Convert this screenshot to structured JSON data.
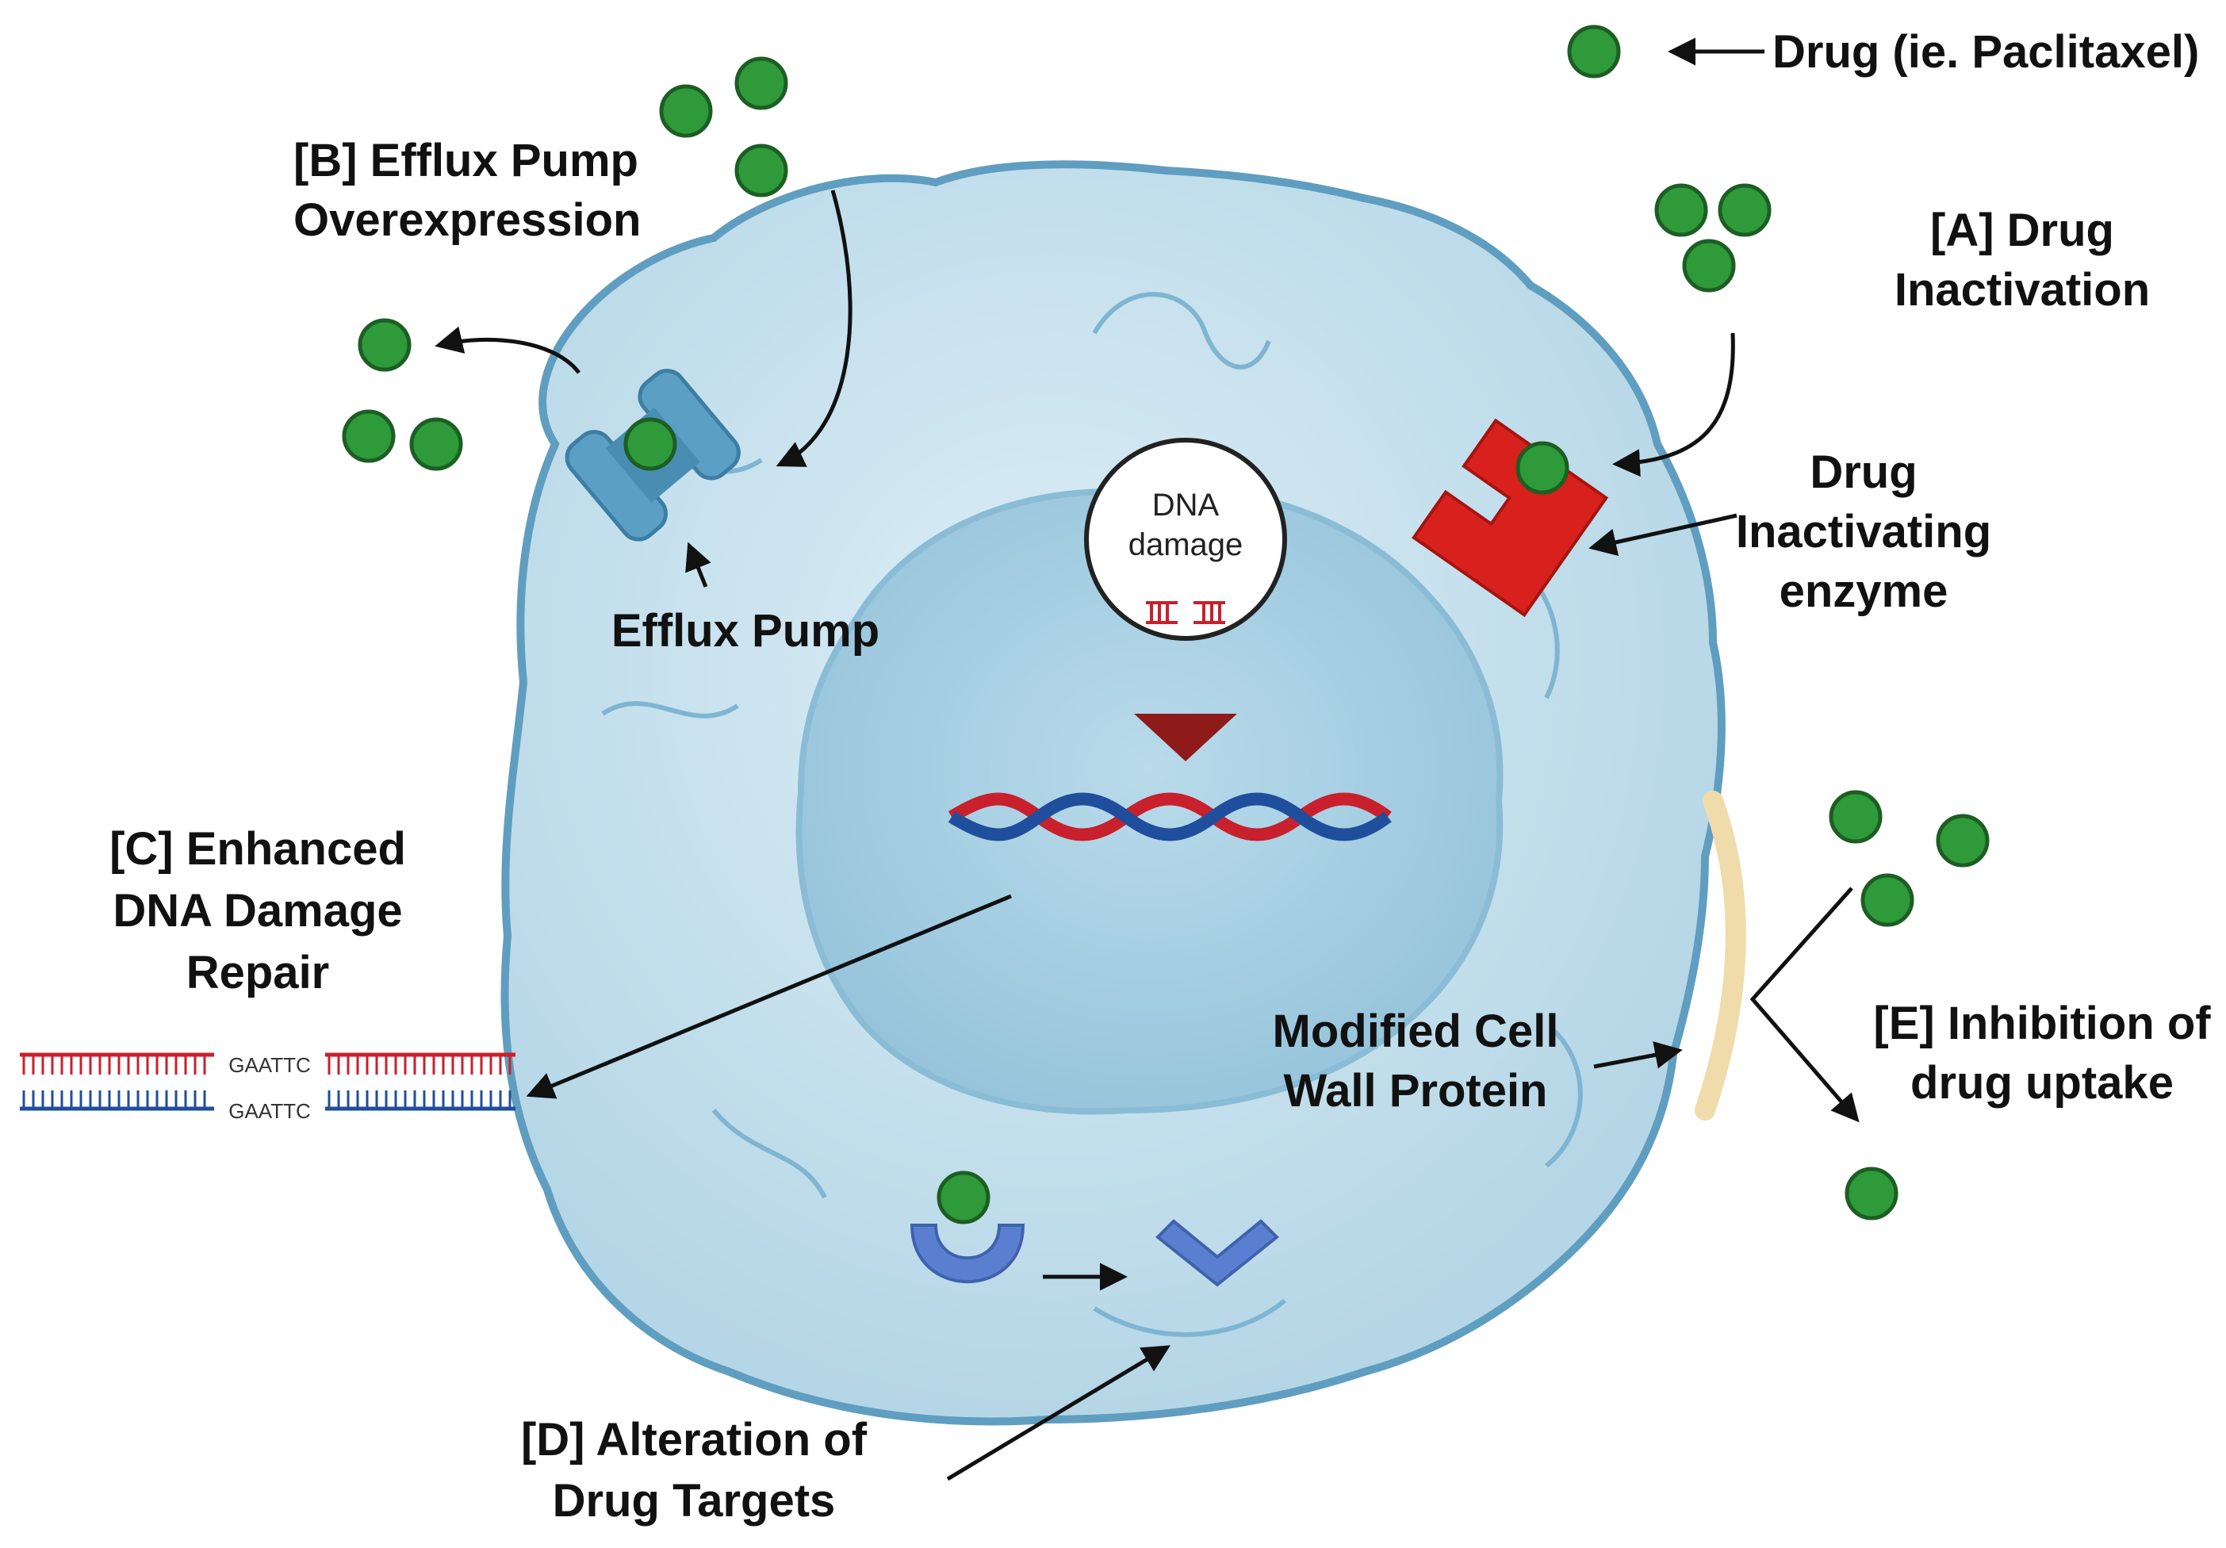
{
  "legend": {
    "drug_label": "Drug (ie. Paclitaxel)"
  },
  "mechanisms": {
    "a": {
      "line1": "[A] Drug",
      "line2": "Inactivation"
    },
    "b": {
      "line1": "[B] Efflux Pump",
      "line2": "Overexpression"
    },
    "c": {
      "line1": "[C] Enhanced",
      "line2": "DNA Damage",
      "line3": "Repair"
    },
    "d": {
      "line1": "[D] Alteration of",
      "line2": "Drug Targets"
    },
    "e": {
      "line1": "[E] Inhibition of",
      "line2": "drug uptake"
    }
  },
  "components": {
    "efflux_pump": "Efflux Pump",
    "enzyme_line1": "Drug",
    "enzyme_line2": "Inactivating",
    "enzyme_line3": "enzyme",
    "cell_wall_line1": "Modified Cell",
    "cell_wall_line2": "Wall Protein",
    "dna_damage_line1": "DNA",
    "dna_damage_line2": "damage",
    "sequence_top": "GAATTC",
    "sequence_bottom": "GAATTC"
  },
  "colors": {
    "drug": "#2e9a3a",
    "drug_outline": "#1c5e23",
    "cell_fill": "#c2dfeb",
    "cell_outline": "#5f9ec0",
    "nucleus_fill": "#a9d0e3",
    "enzyme": "#d8201c",
    "pump": "#5c9fc4",
    "dna_red": "#c8202c",
    "dna_blue": "#1f4f9c",
    "target": "#5b7fd0",
    "wall_protein": "#efdcaa",
    "marker": "#8e1a1a"
  }
}
